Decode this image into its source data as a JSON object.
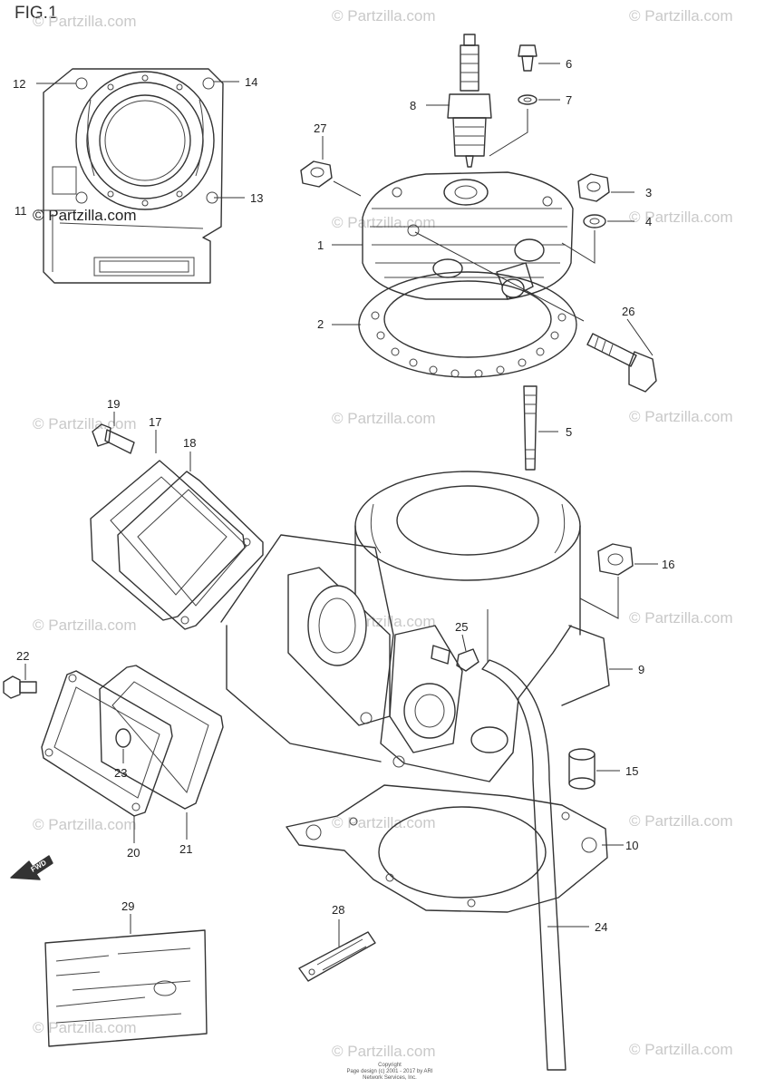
{
  "figure": {
    "title": "FIG.1",
    "watermark_text": "© Partzilla.com",
    "copyright_lines": [
      "Copyright",
      "Page design (c) 2001 - 2017 by ARI Network Services, Inc."
    ]
  },
  "fwd_arrow_label": "FWD",
  "callouts": [
    "1",
    "2",
    "3",
    "4",
    "5",
    "6",
    "7",
    "8",
    "9",
    "10",
    "11",
    "12",
    "13",
    "14",
    "15",
    "16",
    "17",
    "18",
    "19",
    "20",
    "21",
    "22",
    "23",
    "24",
    "25",
    "26",
    "27",
    "28",
    "29"
  ],
  "colors": {
    "line": "#333333",
    "watermark": "#c9c9c9",
    "background": "#ffffff"
  }
}
